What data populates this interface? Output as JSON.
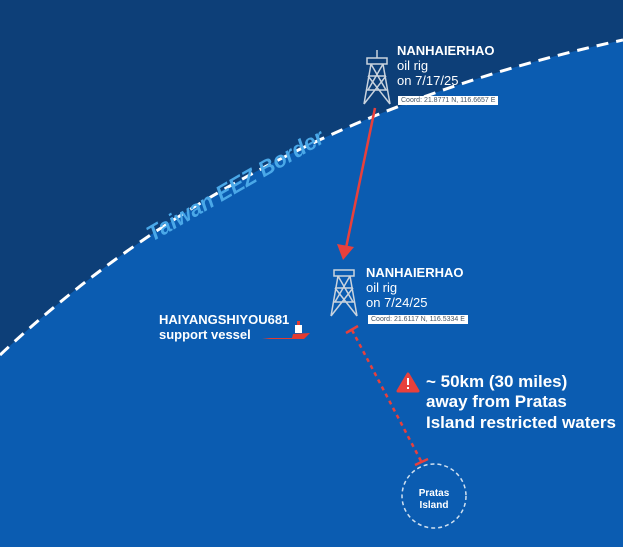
{
  "border_label": "Taiwan EEZ Border",
  "rig_before": {
    "name": "NANHAIERHAO",
    "type": "oil rig",
    "date": "on 7/17/25",
    "coord": "Coord: 21.8771 N, 116.6657 E"
  },
  "rig_after": {
    "name": "NANHAIERHAO",
    "type": "oil rig",
    "date": "on 7/24/25",
    "coord": "Coord: 21.6117 N, 116.5334 E"
  },
  "vessel": {
    "name": "HAIYANGSHIYOU681",
    "type": "support vessel"
  },
  "distance_note": {
    "line1": "~ 50km (30 miles)",
    "line2": "away from Pratas",
    "line3": "Island restricted waters"
  },
  "island": {
    "line1": "Pratas",
    "line2": "Island"
  },
  "colors": {
    "taiwan_side": "#0d3f78",
    "sea": "#0b5cb1",
    "accent_red": "#e8403c",
    "border_text": "#4aa8e8"
  }
}
